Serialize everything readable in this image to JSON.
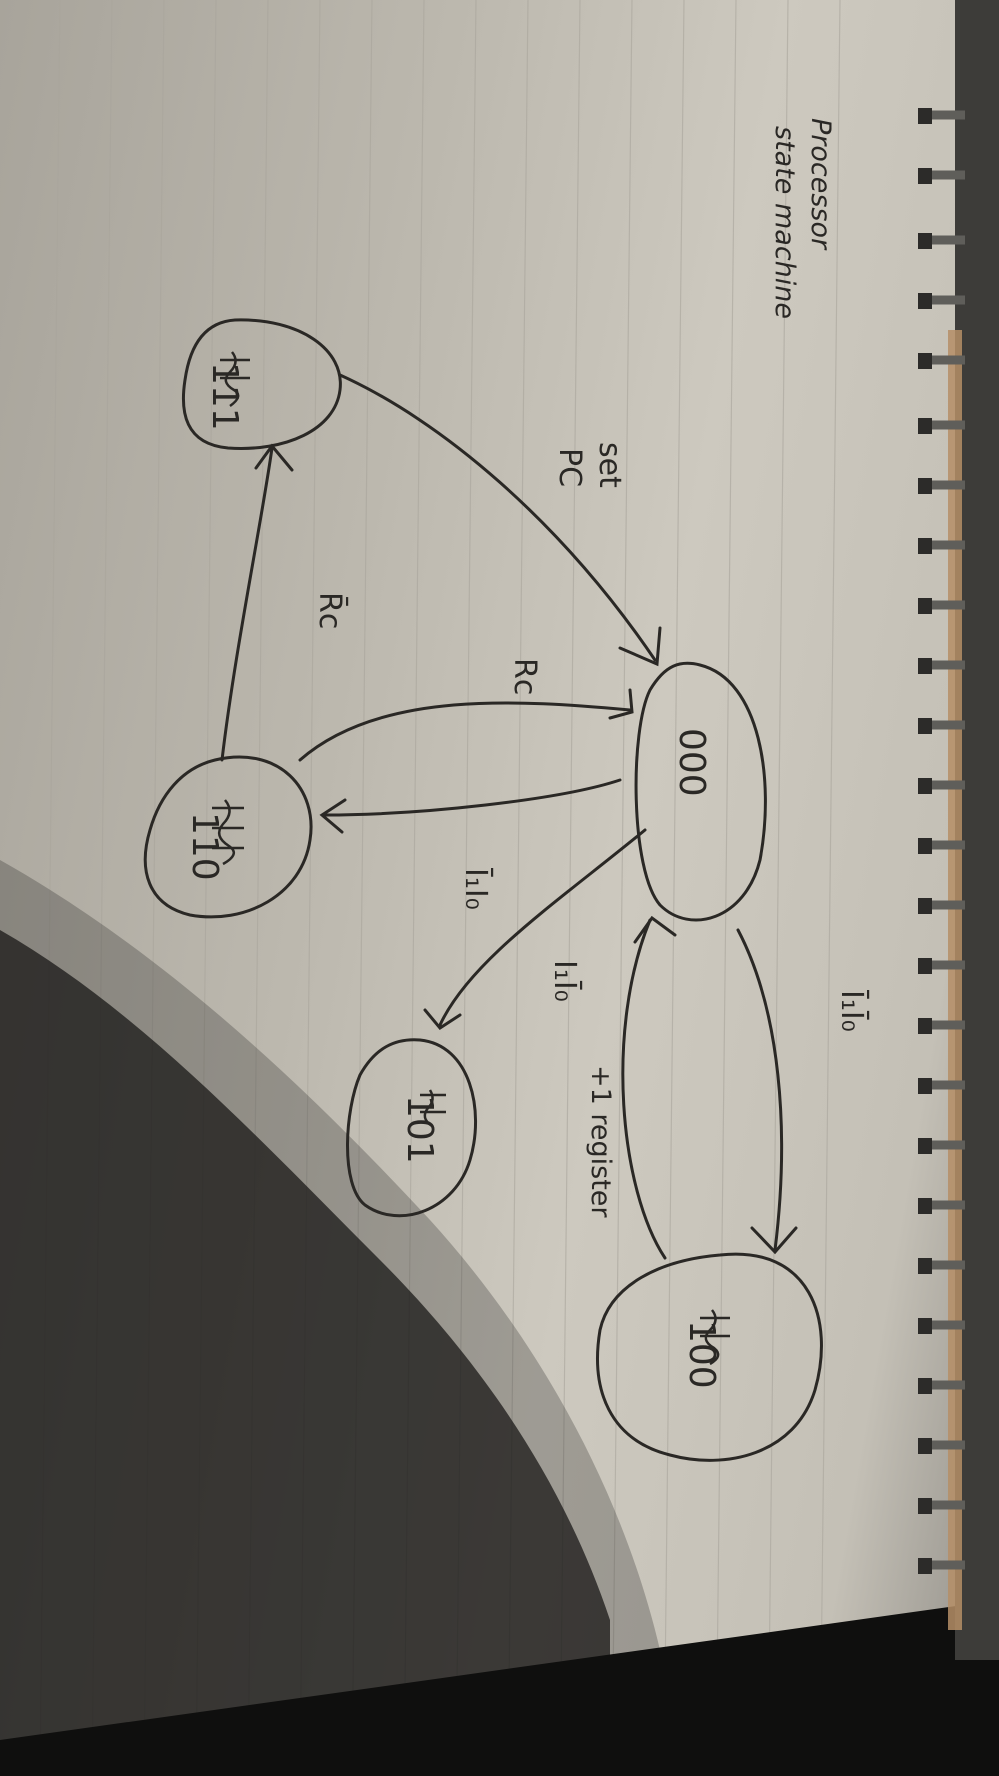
{
  "page": {
    "heading_line_1": "Processor",
    "heading_line_2": "state machine"
  },
  "states": {
    "center": "000",
    "left_top": "111",
    "left_mid": "110",
    "bottom_mid": "101",
    "bottom_right": "100"
  },
  "transitions": {
    "set_pc_line_1": "set",
    "set_pc_line_2": "PC",
    "rc": "Rc",
    "rc_bar": "R̄c",
    "i1_i0_bar_i1": "Ī₁I₀",
    "i1_i0_bar": "I₁Ī₀",
    "i1_bar_i0_bar": "Ī₁Ī₀",
    "plus_one_register": "+1 register"
  },
  "colors": {
    "paper": "#cdc9bf",
    "ink": "#2a2825",
    "spiral": "#5a5955",
    "shadow": "#1b1a18"
  }
}
